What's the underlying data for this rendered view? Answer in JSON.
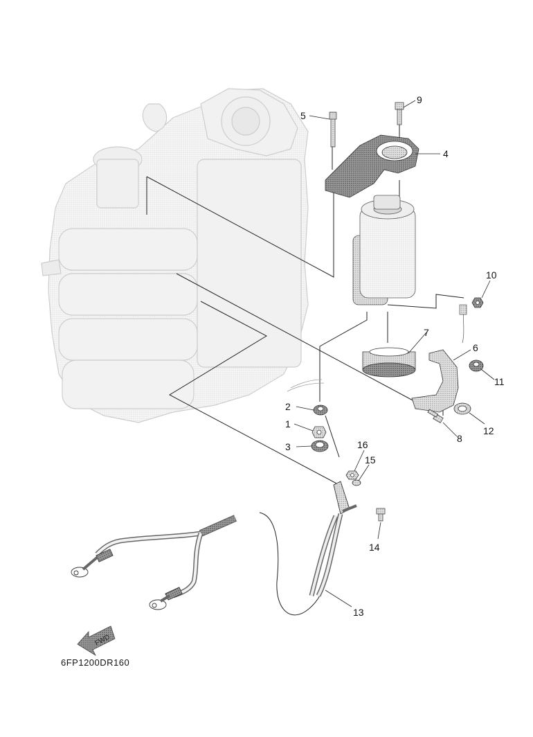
{
  "diagram_code": "6FP1200DR160",
  "fwd_arrow_label": "FWD",
  "callouts": [
    "1",
    "2",
    "3",
    "4",
    "5",
    "6",
    "7",
    "8",
    "9",
    "10",
    "11",
    "12",
    "13",
    "14",
    "15",
    "16"
  ],
  "colors": {
    "engine_outline": "#cfcfcf",
    "engine_fill": "#f3f3f3",
    "part_dark": "#6e6e6e",
    "part_mid": "#a9a9a9",
    "part_light": "#dddddd",
    "leader": "#222222"
  }
}
